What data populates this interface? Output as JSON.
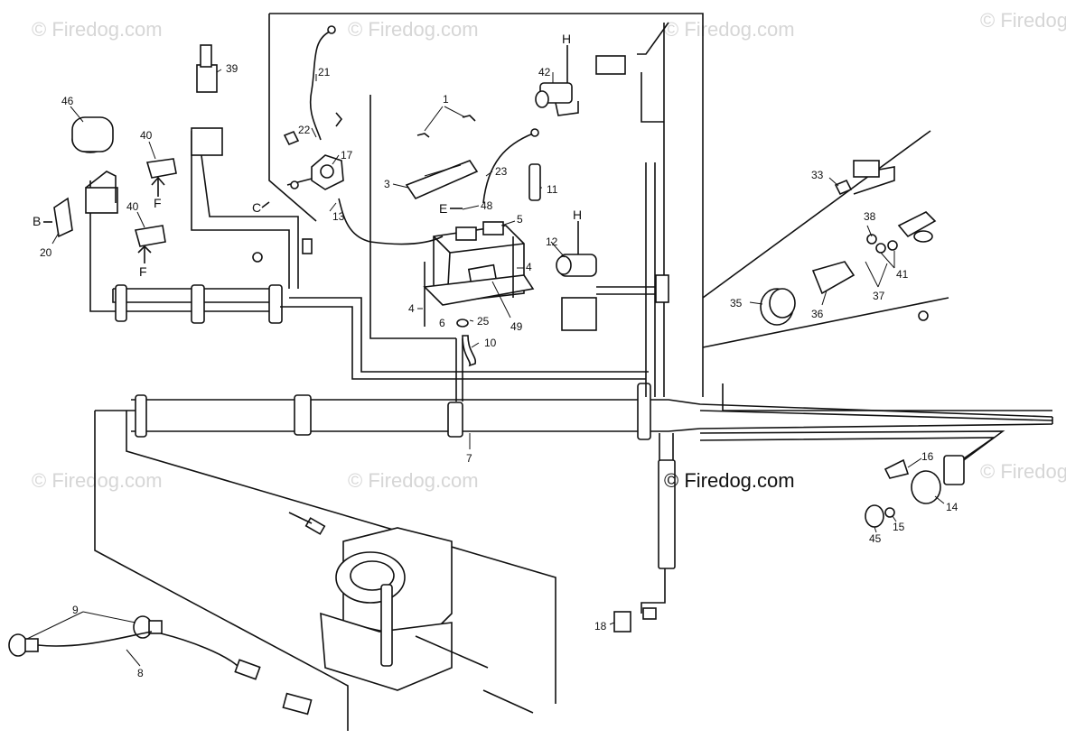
{
  "watermark": {
    "text": "Firedog.com",
    "symbol": "©"
  },
  "brand_label": "© Firedog.com",
  "callouts": [
    {
      "id": "c1",
      "label": "1"
    },
    {
      "id": "c3",
      "label": "3"
    },
    {
      "id": "c4a",
      "label": "4"
    },
    {
      "id": "c4b",
      "label": "4"
    },
    {
      "id": "c5",
      "label": "5"
    },
    {
      "id": "c6",
      "label": "6"
    },
    {
      "id": "c7",
      "label": "7"
    },
    {
      "id": "c8",
      "label": "8"
    },
    {
      "id": "c9",
      "label": "9"
    },
    {
      "id": "c10",
      "label": "10"
    },
    {
      "id": "c11",
      "label": "11"
    },
    {
      "id": "c12",
      "label": "12"
    },
    {
      "id": "c13",
      "label": "13"
    },
    {
      "id": "c14",
      "label": "14"
    },
    {
      "id": "c15",
      "label": "15"
    },
    {
      "id": "c16",
      "label": "16"
    },
    {
      "id": "c17",
      "label": "17"
    },
    {
      "id": "c18",
      "label": "18"
    },
    {
      "id": "c20",
      "label": "20"
    },
    {
      "id": "c21",
      "label": "21"
    },
    {
      "id": "c22",
      "label": "22"
    },
    {
      "id": "c23",
      "label": "23"
    },
    {
      "id": "c25",
      "label": "25"
    },
    {
      "id": "c33",
      "label": "33"
    },
    {
      "id": "c35",
      "label": "35"
    },
    {
      "id": "c36",
      "label": "36"
    },
    {
      "id": "c37",
      "label": "37"
    },
    {
      "id": "c38",
      "label": "38"
    },
    {
      "id": "c39",
      "label": "39"
    },
    {
      "id": "c40a",
      "label": "40"
    },
    {
      "id": "c40b",
      "label": "40"
    },
    {
      "id": "c41",
      "label": "41"
    },
    {
      "id": "c42",
      "label": "42"
    },
    {
      "id": "c45",
      "label": "45"
    },
    {
      "id": "c46",
      "label": "46"
    },
    {
      "id": "c48",
      "label": "48"
    },
    {
      "id": "c49",
      "label": "49"
    }
  ],
  "ref_letters": [
    {
      "id": "rB",
      "label": "B"
    },
    {
      "id": "rC",
      "label": "C"
    },
    {
      "id": "rE",
      "label": "E"
    },
    {
      "id": "rF1",
      "label": "F"
    },
    {
      "id": "rF2",
      "label": "F"
    },
    {
      "id": "rH1",
      "label": "H"
    },
    {
      "id": "rH2",
      "label": "H"
    }
  ]
}
